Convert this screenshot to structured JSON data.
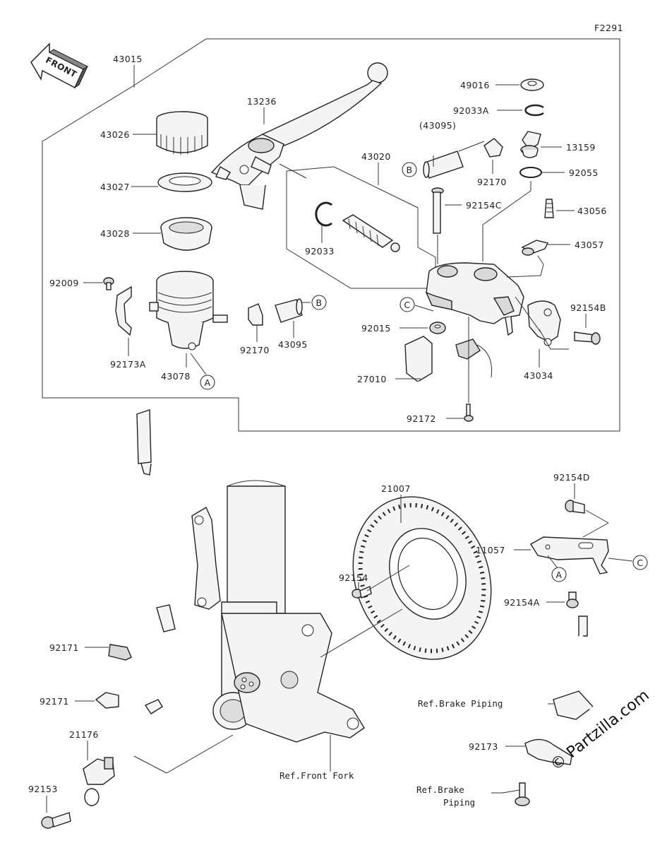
{
  "diagram_code": "F2291",
  "front_label": "FRONT",
  "watermark": "© Partzilla.com",
  "callouts": {
    "c43015": "43015",
    "c13236": "13236",
    "c43026": "43026",
    "c43027": "43027",
    "c43028": "43028",
    "c92009": "92009",
    "c92173A": "92173A",
    "c43078": "43078",
    "c92170a": "92170",
    "c43095a": "43095",
    "c43020": "43020",
    "c92033": "92033",
    "c43095p": "(43095)",
    "c92170b": "92170",
    "c49016": "49016",
    "c92033A": "92033A",
    "c13159": "13159",
    "c92055": "92055",
    "c92154C": "92154C",
    "c43056": "43056",
    "c43057": "43057",
    "c92154B": "92154B",
    "c92015": "92015",
    "c43034": "43034",
    "c27010": "27010",
    "c92172": "92172",
    "c92154D": "92154D",
    "c21007": "21007",
    "c11057": "11057",
    "c92154": "92154",
    "c92154A": "92154A",
    "c92171a": "92171",
    "c92171b": "92171",
    "c21176": "21176",
    "c92153": "92153",
    "c92173": "92173",
    "ref_brake_piping_1": "Ref.Brake Piping",
    "ref_brake_piping_2a": "Ref.Brake",
    "ref_brake_piping_2b": "Piping",
    "ref_front_fork": "Ref.Front Fork"
  },
  "markers": {
    "A1": "A",
    "B1": "B",
    "B2": "B",
    "C1": "C",
    "A2": "A",
    "C2": "C"
  }
}
